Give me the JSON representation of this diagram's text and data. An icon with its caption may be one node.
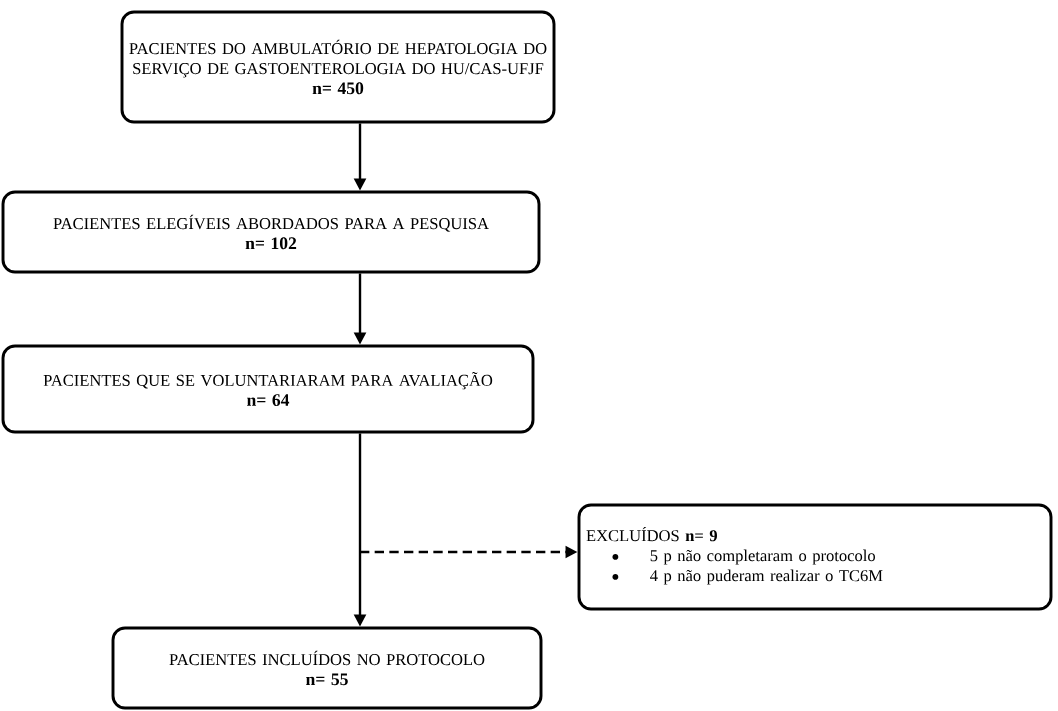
{
  "diagram": {
    "nodes": [
      {
        "text": [
          "PACIENTES DO AMBULATÓRIO DE HEPATOLOGIA DO SERVIÇO DE GASTOENTEROLOGIA DO HU/CAS-UFJF",
          "n= 450"
        ]
      },
      {
        "text": [
          "PACIENTES ELEGÍVEIS ABORDADOS PARA A PESQUISA",
          "n= 102"
        ]
      },
      {
        "text": [
          "PACIENTES QUE SE VOLUNTARIARAM PARA AVALIAÇÃO",
          "n= 64"
        ]
      },
      {
        "text": [
          "EXCLUÍDOS   **n= 9**",
          "5 p não completaram o protocolo",
          "4 p não puderam realizar o TC6M"
        ]
      },
      {
        "text": [
          "PACIENTES INCLUÍDOS NO PROTOCOLO",
          "n= 55"
        ]
      }
    ],
    "edges": [
      {
        "from": 0,
        "to": 1,
        "arrow": "to"
      },
      {
        "from": 1,
        "to": 2,
        "arrow": "to"
      },
      {
        "from": 2,
        "to": 4,
        "arrow": "to"
      },
      {
        "from": null,
        "to": 3,
        "arrow": "to",
        "style": "dashed"
      }
    ]
  }
}
